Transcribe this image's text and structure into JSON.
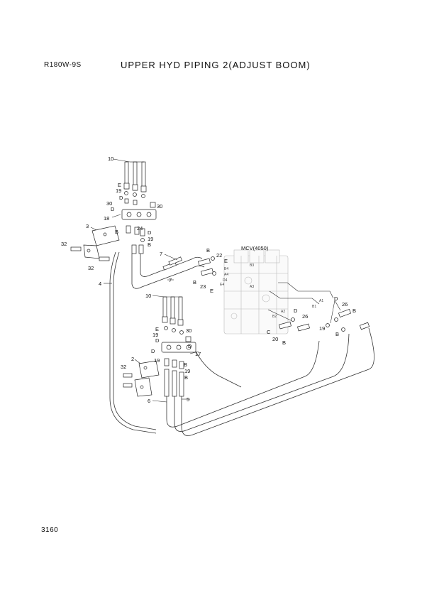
{
  "header": {
    "model": "R180W-9S",
    "title": "UPPER HYD PIPING 2(ADJUST BOOM)"
  },
  "footer": {
    "page_number": "3160"
  },
  "callouts": {
    "p10a": "10",
    "p19a": "19",
    "pEa": "E",
    "pDa": "D",
    "p30a": "30",
    "p30b": "30",
    "pDb": "D",
    "p18": "18",
    "p3": "3",
    "p24": "24",
    "pBa": "B",
    "pDc": "D",
    "p19b": "19",
    "pBb": "B",
    "p32a": "32",
    "p32b": "32",
    "p4": "4",
    "p7a": "7",
    "p7b": "7",
    "pBc": "B",
    "p22": "22",
    "pEb": "E",
    "pBd": "B",
    "p23": "23",
    "pEc": "E",
    "mcv": "MCV(4050)",
    "p10b": "10",
    "pEd": "E",
    "p19c": "19",
    "pDd": "D",
    "p30c": "30",
    "pDe": "D",
    "p17": "17",
    "pDf": "D",
    "p2": "2",
    "p32c": "32",
    "p19d": "19",
    "pBe": "B",
    "p19e": "19",
    "pBf": "B",
    "p6": "6",
    "p5": "5",
    "pDg": "D",
    "p26a": "26",
    "pC": "C",
    "p20": "20",
    "pBg": "B",
    "pDh": "D",
    "p26b": "26",
    "pBh": "B",
    "p19f": "19",
    "pBi": "B"
  },
  "port_marks": {
    "a1": "A1",
    "b1": "B1",
    "a2": "A2",
    "b2": "B2",
    "a3": "A3",
    "b3": "B3",
    "a4": "A4",
    "b4": "B4",
    "d4": "D4",
    "e4": "E4"
  }
}
